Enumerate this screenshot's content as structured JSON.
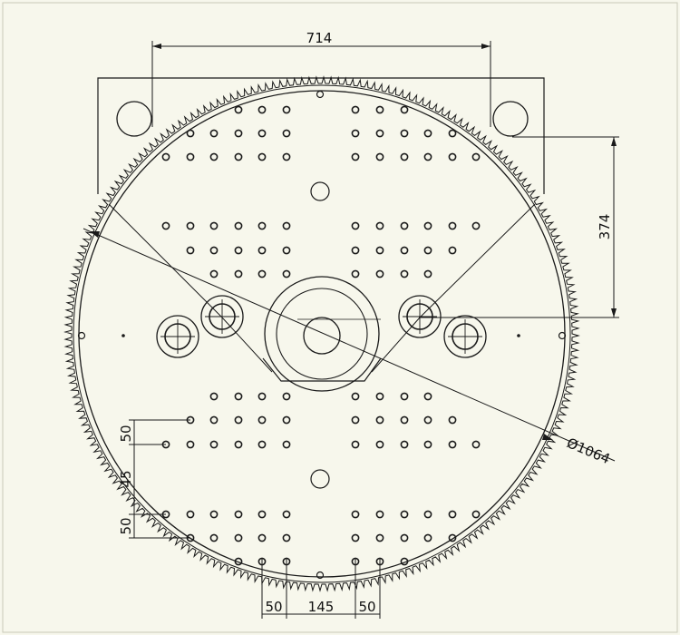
{
  "drawing": {
    "line_color": "#1a1a1a",
    "background": "#f7f7ec",
    "dimensions": {
      "width_top": "714",
      "height_right": "374",
      "diameter": "Ø1064",
      "spacing_a": "50",
      "spacing_b": "45",
      "spacing_c": "50",
      "bottom_a": "50",
      "bottom_b": "145",
      "bottom_c": "50"
    }
  }
}
